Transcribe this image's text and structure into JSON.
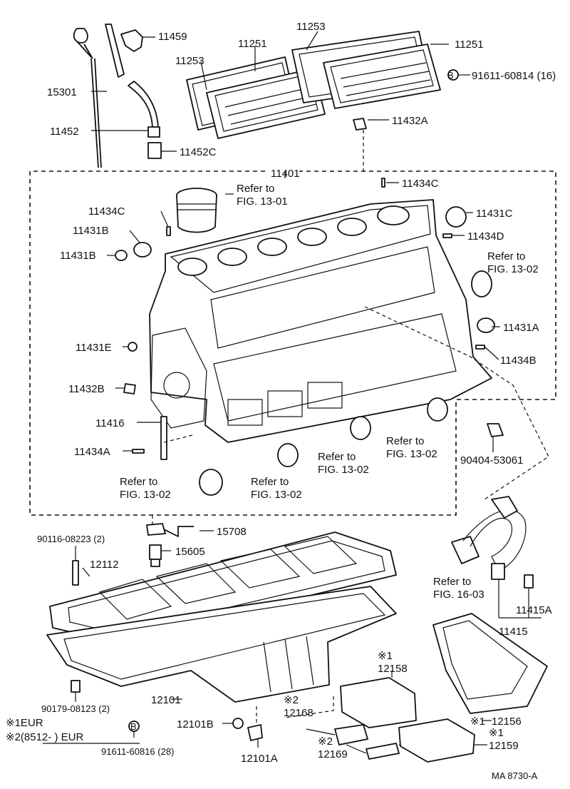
{
  "labels": {
    "p11459": "11459",
    "p11253a": "11253",
    "p11253b": "11253",
    "p11251a": "11251",
    "p11251b": "11251",
    "p15301": "15301",
    "p91611_60814": "91611-60814 (16)",
    "p11432A": "11432A",
    "p11452": "11452",
    "p11452C": "11452C",
    "p11401": "11401",
    "p11434C_top": "11434C",
    "ref1301_a": "Refer to",
    "ref1301_b": "FIG. 13-01",
    "p11434C_left": "11434C",
    "p11431C": "11431C",
    "p11431B_a": "11431B",
    "p11434D": "11434D",
    "p11431B_b": "11431B",
    "ref1302r_a": "Refer to",
    "ref1302r_b": "FIG. 13-02",
    "p11431A": "11431A",
    "p11431E": "11431E",
    "p11434B": "11434B",
    "p11432B": "11432B",
    "p11416": "11416",
    "ref1302m_a": "Refer to",
    "ref1302m_b": "FIG. 13-02",
    "p11434A": "11434A",
    "ref1302c_a": "Refer to",
    "ref1302c_b": "FIG. 13-02",
    "p90404": "90404-53061",
    "ref1302l_a": "Refer to",
    "ref1302l_b": "FIG. 13-02",
    "ref1302b_a": "Refer to",
    "ref1302b_b": "FIG. 13-02",
    "p15708": "15708",
    "p90116": "90116-08223 (2)",
    "p15605": "15605",
    "p12112": "12112",
    "ref1603_a": "Refer to",
    "ref1603_b": "FIG. 16-03",
    "p11415A": "11415A",
    "p11415": "11415",
    "m1_12158": "※1",
    "p12158": "12158",
    "p12101": "12101",
    "m2_12168": "※2",
    "p12168": "12168",
    "p90179": "90179-08123 (2)",
    "p12101B": "12101B",
    "m1_12156": "※1",
    "p12156": "12156",
    "m1_12159": "※1",
    "p12159": "12159",
    "m2_12169": "※2",
    "p12169": "12169",
    "p12101A": "12101A",
    "p91611_60816": "91611-60816 (28)",
    "note1": "※1EUR",
    "note2": "※2(8512-      ) EUR",
    "figcode": "MA  8730-A",
    "markB1": "B",
    "markB2": "B"
  }
}
